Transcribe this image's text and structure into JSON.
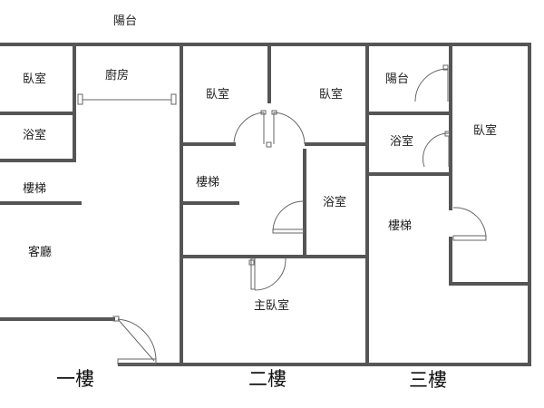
{
  "labels": {
    "top_balcony": "陽台",
    "f1_bedroom": "臥室",
    "f1_kitchen": "廚房",
    "f1_bath": "浴室",
    "f1_stairs": "樓梯",
    "f1_living": "客廳",
    "f2_bedroom_left": "臥室",
    "f2_bedroom_right": "臥室",
    "f2_stairs": "樓梯",
    "f2_bath": "浴室",
    "f2_master": "主臥室",
    "f3_balcony": "陽台",
    "f3_bath": "浴室",
    "f3_bedroom": "臥室",
    "f3_stairs": "樓梯"
  },
  "floors": {
    "first": "一樓",
    "second": "二樓",
    "third": "三樓"
  }
}
